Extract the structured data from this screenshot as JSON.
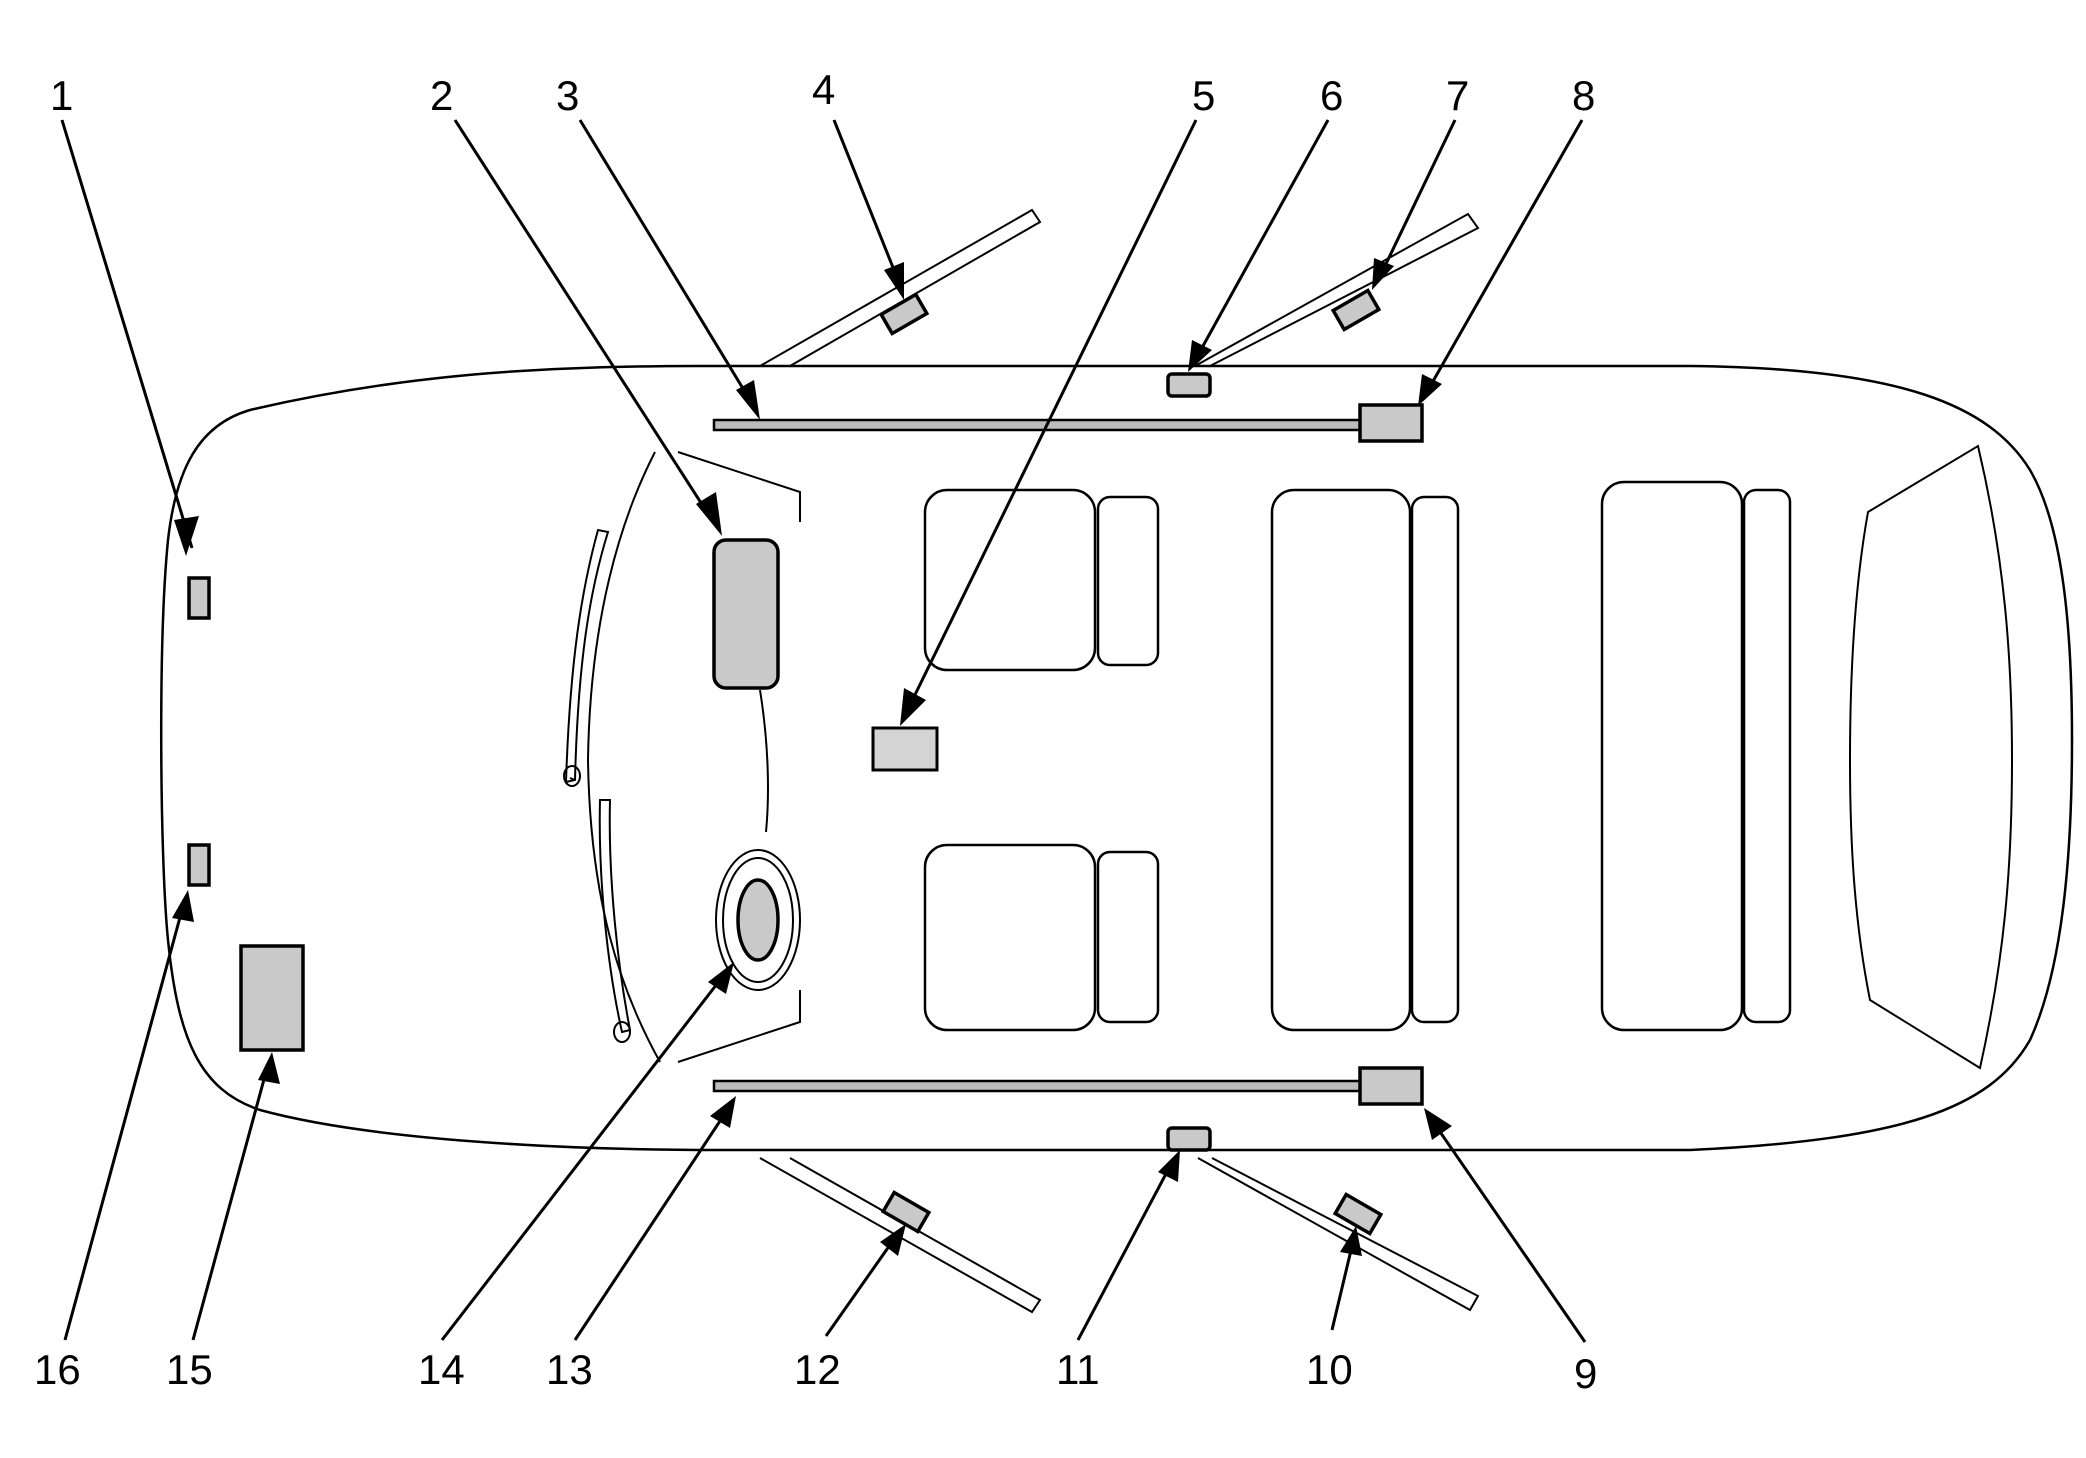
{
  "figure": {
    "callouts": [
      {
        "label": "1"
      },
      {
        "label": "2"
      },
      {
        "label": "3"
      },
      {
        "label": "4"
      },
      {
        "label": "5"
      },
      {
        "label": "6"
      },
      {
        "label": "7"
      },
      {
        "label": "8"
      },
      {
        "label": "9"
      },
      {
        "label": "10"
      },
      {
        "label": "11"
      },
      {
        "label": "12"
      },
      {
        "label": "13"
      },
      {
        "label": "14"
      },
      {
        "label": "15"
      },
      {
        "label": "16"
      }
    ]
  }
}
